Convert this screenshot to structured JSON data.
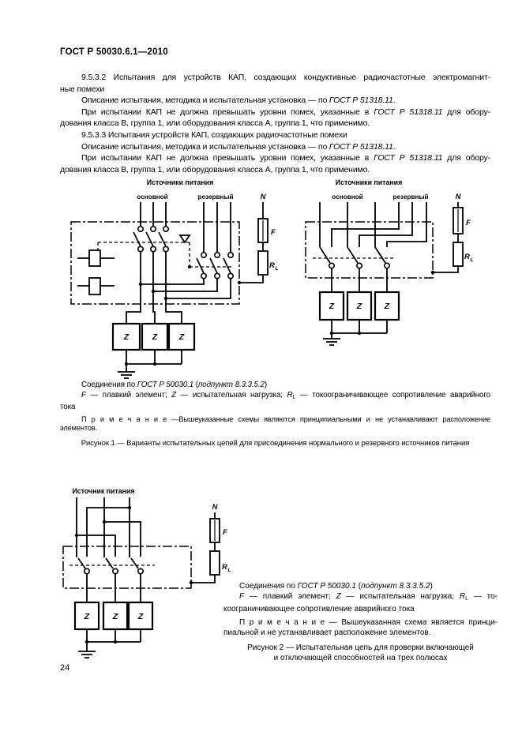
{
  "colors": {
    "ink": "#000000",
    "paper": "#ffffff"
  },
  "header": {
    "title": "ГОСТ Р 50030.6.1—2010"
  },
  "footer": {
    "page_number": "24"
  },
  "body": {
    "paragraphs": [
      {
        "name": "para-9-5-3-2",
        "lines": [
          {
            "ind": true,
            "just": true,
            "seg": [
              {
                "t": "9.5.3.2  Испытания для устройств КАП, создающих кондуктивные радиочастотные электромагнит-"
              }
            ]
          },
          {
            "seg": [
              {
                "t": "ные помехи"
              }
            ]
          }
        ]
      },
      {
        "name": "para-description-1",
        "lines": [
          {
            "ind": true,
            "seg": [
              {
                "t": "Описание испытания, методика и испытательная установка — по "
              },
              {
                "t": "ГОСТ Р 51318.11",
                "s": "i"
              },
              {
                "t": "."
              }
            ]
          }
        ]
      },
      {
        "name": "para-requirement-1",
        "lines": [
          {
            "ind": true,
            "just": true,
            "seg": [
              {
                "t": "При испытании КАП не должна превышать уровни помех, указанные в "
              },
              {
                "t": "ГОСТ Р 51318.11",
                "s": "i"
              },
              {
                "t": " для обору-"
              }
            ]
          },
          {
            "seg": [
              {
                "t": "дования класса В, группа 1, или оборудования класса А, группа 1, что применимо."
              }
            ]
          }
        ]
      },
      {
        "name": "para-9-5-3-3",
        "lines": [
          {
            "ind": true,
            "seg": [
              {
                "t": "9.5.3.3  Испытания устройств КАП, создающих радиочастотные помехи"
              }
            ]
          }
        ]
      },
      {
        "name": "para-description-2",
        "lines": [
          {
            "ind": true,
            "seg": [
              {
                "t": "Описание испытания, методика и испытательная установка — по "
              },
              {
                "t": "ГОСТ Р 51318.11",
                "s": "i"
              },
              {
                "t": "."
              }
            ]
          }
        ]
      },
      {
        "name": "para-requirement-2",
        "lines": [
          {
            "ind": true,
            "just": true,
            "seg": [
              {
                "t": "При испытании КАП не должна превышать уровни помех, указанные в "
              },
              {
                "t": "ГОСТ Р 51318.11",
                "s": "i"
              },
              {
                "t": " для обору-"
              }
            ]
          },
          {
            "seg": [
              {
                "t": "дования класса В, группа 1, или оборудования класса А, группа 1, что применимо."
              }
            ]
          }
        ]
      }
    ]
  },
  "diagrams": {
    "fig1_left": {
      "title": "Источники питания",
      "main": "основной",
      "reserve": "резервный"
    },
    "fig1_right": {
      "title": "Источники питания",
      "main": "основной",
      "reserve": "резервный"
    },
    "fig2": {
      "title": "Источник питания"
    },
    "symbols": {
      "neutral": "N",
      "fuse": "F",
      "resistor": "R",
      "resistor_sub": "L",
      "load": "Z"
    }
  },
  "figure1": {
    "legend": {
      "paragraphs": [
        {
          "name": "fig1-connections",
          "lines": [
            {
              "ind": true,
              "seg": [
                {
                  "t": "Соединения по "
                },
                {
                  "t": "ГОСТ Р 50030.1",
                  "s": "i"
                },
                {
                  "t": " ("
                },
                {
                  "t": "подпункт 8.3.3.5.2",
                  "s": "i"
                },
                {
                  "t": ")"
                }
              ]
            }
          ]
        },
        {
          "name": "fig1-legend-line",
          "lines": [
            {
              "ind": true,
              "just": true,
              "seg": [
                {
                  "t": "F",
                  "s": "i"
                },
                {
                  "t": " — плавкий элемент; "
                },
                {
                  "t": "Z",
                  "s": "i"
                },
                {
                  "t": " — испытательная нагрузка; "
                },
                {
                  "t": "R",
                  "s": "i"
                },
                {
                  "t": "L",
                  "s": "sub"
                },
                {
                  "t": " — токоограничивающее сопротивление аварийного"
                }
              ]
            },
            {
              "seg": [
                {
                  "t": "тока"
                }
              ]
            }
          ]
        }
      ]
    },
    "note": {
      "paragraphs": [
        {
          "name": "fig1-note",
          "lines": [
            {
              "ind": true,
              "just": true,
              "seg": [
                {
                  "t": "П р и м е ч а н и е —Вышеуказанные схемы являются принципиальными и не устанавливают расположение"
                }
              ]
            },
            {
              "seg": [
                {
                  "t": "элементов."
                }
              ]
            }
          ]
        }
      ]
    },
    "caption": "Рисунок 1 — Варианты испытательных цепей для присоединения нормального и резервного источников питания"
  },
  "figure2": {
    "legend": {
      "paragraphs": [
        {
          "name": "fig2-connections",
          "lines": [
            {
              "ind": true,
              "seg": [
                {
                  "t": "Соединения по "
                },
                {
                  "t": "ГОСТ Р 50030.1",
                  "s": "i"
                },
                {
                  "t": " ("
                },
                {
                  "t": "подпункт 8.3.3.5.2",
                  "s": "i"
                },
                {
                  "t": ")"
                }
              ]
            }
          ]
        },
        {
          "name": "fig2-legend-line",
          "lines": [
            {
              "ind": true,
              "just": true,
              "seg": [
                {
                  "t": "F",
                  "s": "i"
                },
                {
                  "t": " — плавкий элемент; "
                },
                {
                  "t": "Z",
                  "s": "i"
                },
                {
                  "t": " — испытательная нагрузка; "
                },
                {
                  "t": "R",
                  "s": "i"
                },
                {
                  "t": "L",
                  "s": "sub"
                },
                {
                  "t": " — то-"
                }
              ]
            },
            {
              "seg": [
                {
                  "t": "коограничивающее сопротивление аварийного тока"
                }
              ]
            }
          ]
        }
      ]
    },
    "note": {
      "paragraphs": [
        {
          "name": "fig2-note",
          "lines": [
            {
              "ind": true,
              "just": true,
              "seg": [
                {
                  "t": "П р и м е ч а н и е — Вышеуказанная схема является принци-"
                }
              ]
            },
            {
              "seg": [
                {
                  "t": "пиальной и не устанавливает расположение элементов."
                }
              ]
            }
          ]
        }
      ]
    },
    "caption_lines": [
      "Рисунок 2 — Испытательная цепь для проверки включающей",
      "и отключающей способностей на трех полюсах"
    ]
  }
}
